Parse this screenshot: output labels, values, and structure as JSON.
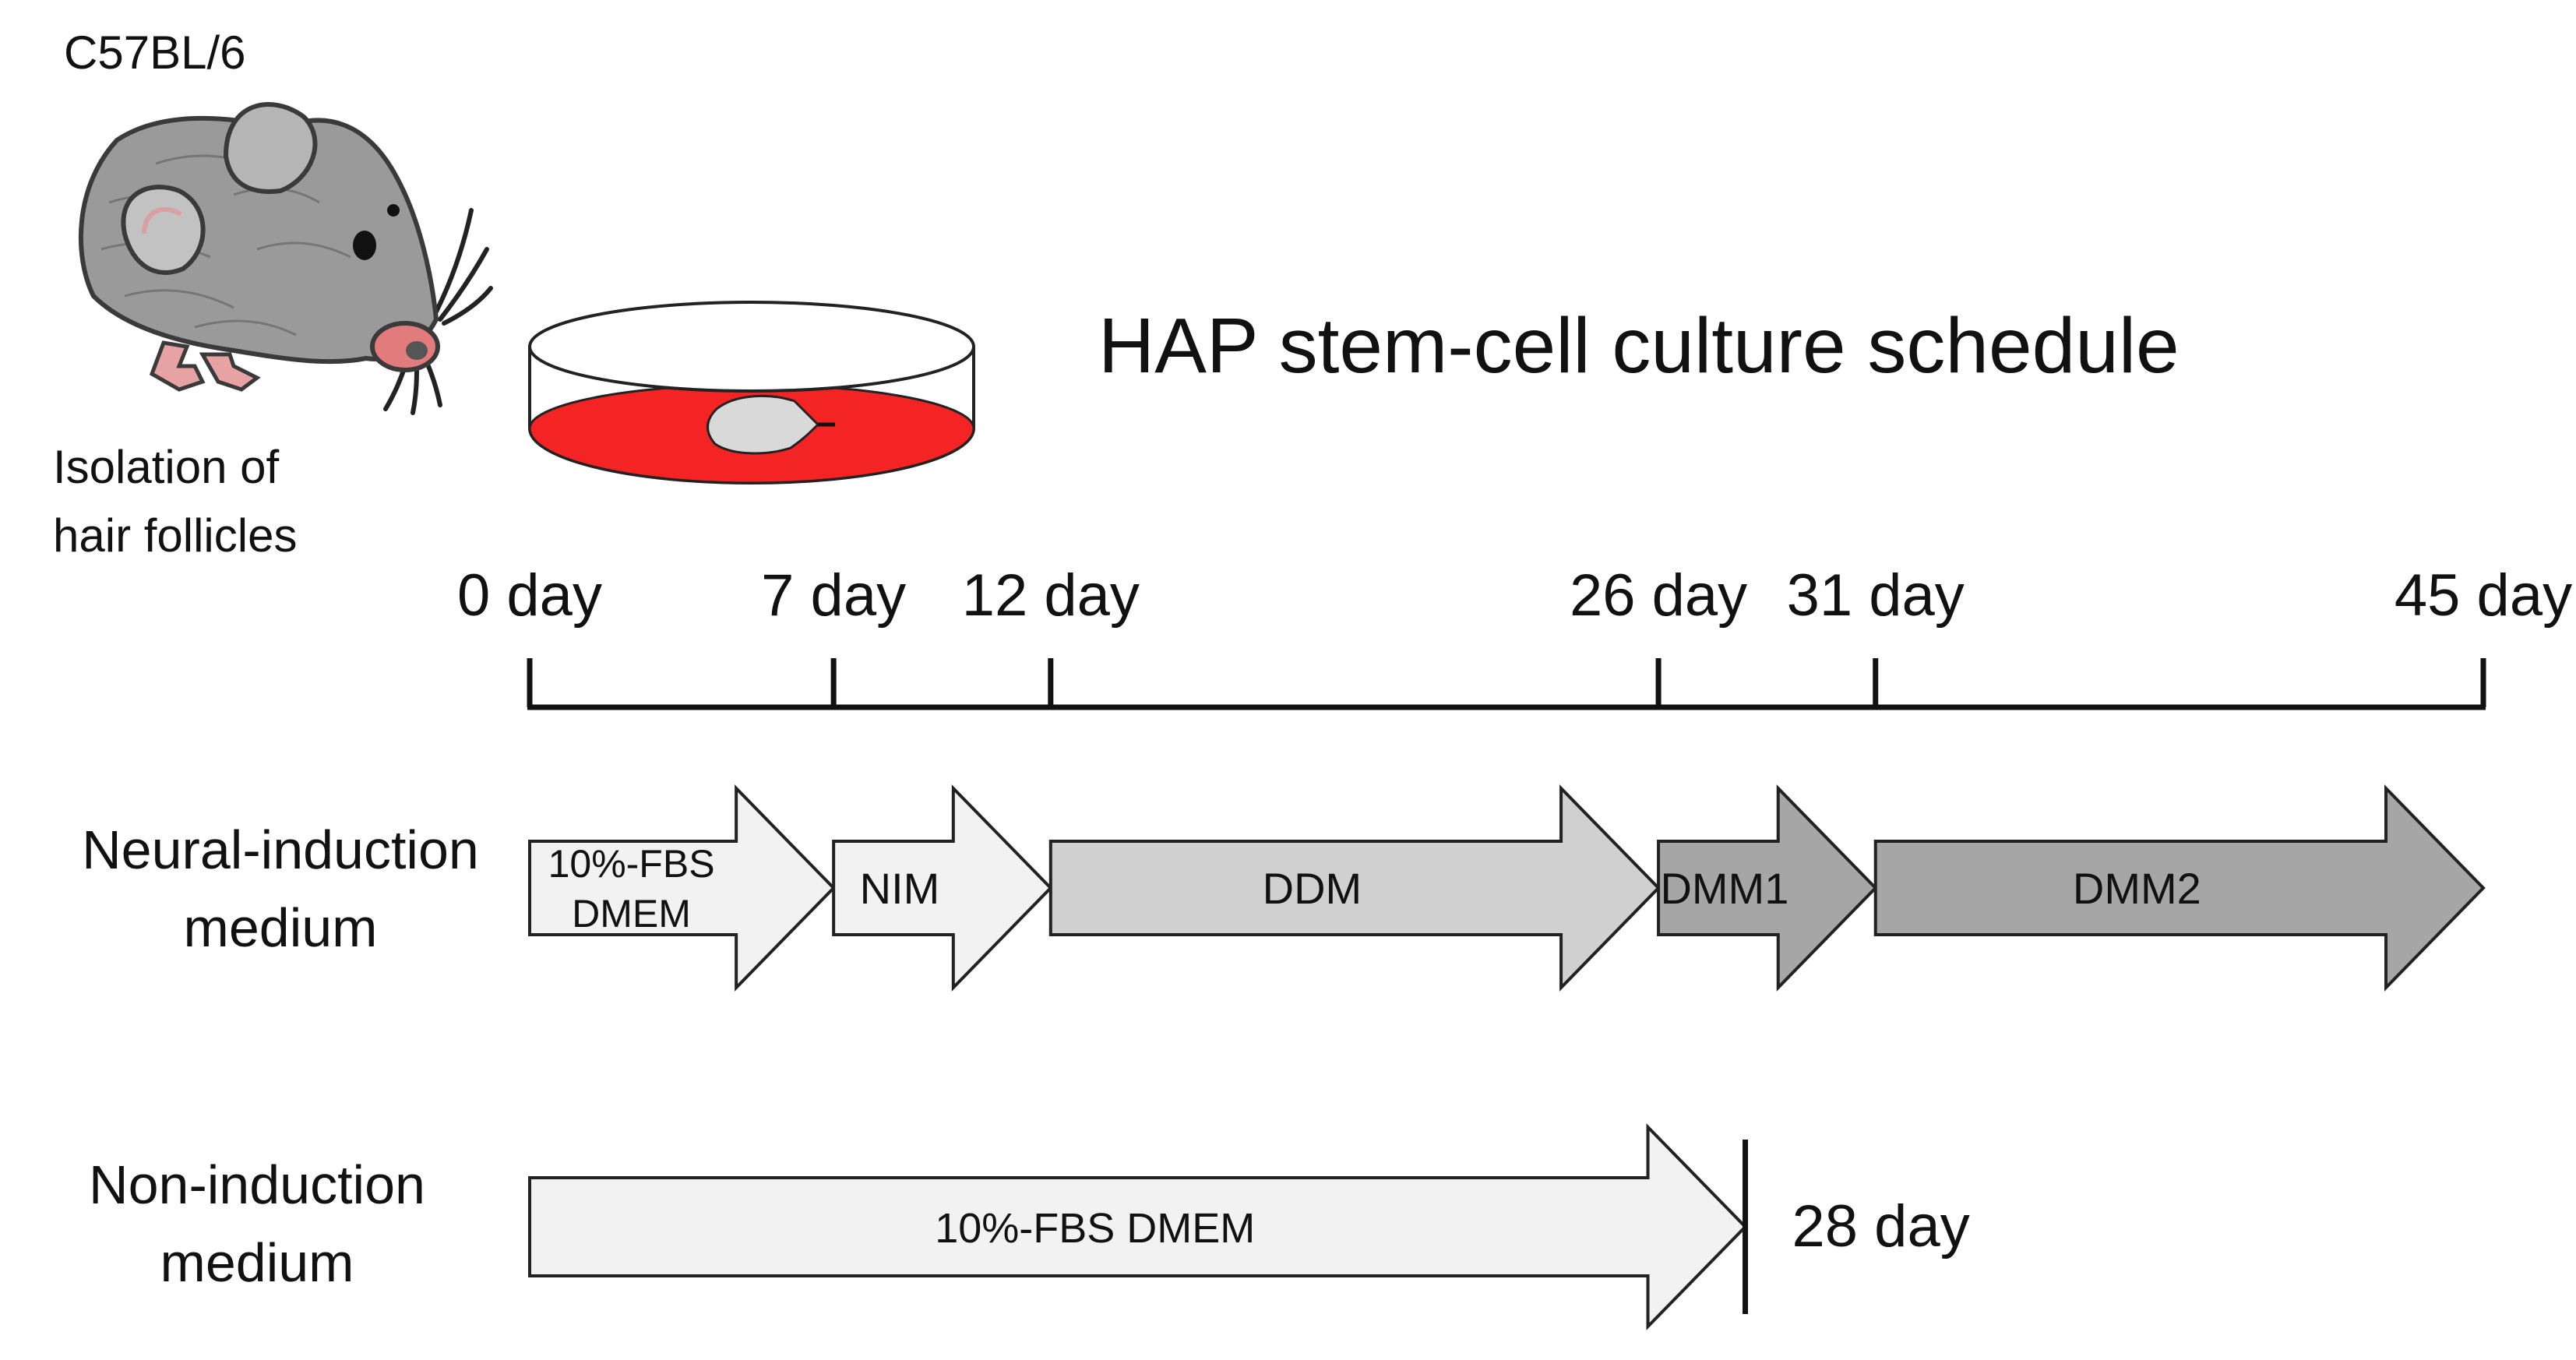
{
  "title": "HAP stem-cell culture schedule",
  "mouse": {
    "strain": "C57BL/6",
    "caption_line1": "Isolation of",
    "caption_line2": "hair follicles",
    "icon": "mouse-illustration"
  },
  "dish": {
    "icon": "petri-dish-with-follicle-icon",
    "medium_color": "#f42424"
  },
  "timeline": {
    "ticks": [
      {
        "day": 0,
        "label": "0 day"
      },
      {
        "day": 7,
        "label": "7 day"
      },
      {
        "day": 12,
        "label": "12 day"
      },
      {
        "day": 26,
        "label": "26 day"
      },
      {
        "day": 31,
        "label": "31 day"
      },
      {
        "day": 45,
        "label": "45 day"
      }
    ]
  },
  "rows": [
    {
      "label_line1": "Neural-induction",
      "label_line2": "medium",
      "phases": [
        {
          "start": 0,
          "end": 7,
          "line1": "10%-FBS",
          "line2": "DMEM",
          "fill": "#f2f2f2"
        },
        {
          "start": 7,
          "end": 12,
          "line1": "NIM",
          "line2": "",
          "fill": "#f2f2f2"
        },
        {
          "start": 12,
          "end": 26,
          "line1": "DDM",
          "line2": "",
          "fill": "#d0d0d0"
        },
        {
          "start": 26,
          "end": 31,
          "line1": "DMM1",
          "line2": "",
          "fill": "#a6a6a6"
        },
        {
          "start": 31,
          "end": 45,
          "line1": "DMM2",
          "line2": "",
          "fill": "#a6a6a6"
        }
      ]
    },
    {
      "label_line1": "Non-induction",
      "label_line2": "medium",
      "phases": [
        {
          "start": 0,
          "end": 28,
          "line1": "10%-FBS DMEM",
          "line2": "",
          "fill": "#f2f2f2"
        }
      ],
      "end_marker_label": "28 day"
    }
  ]
}
